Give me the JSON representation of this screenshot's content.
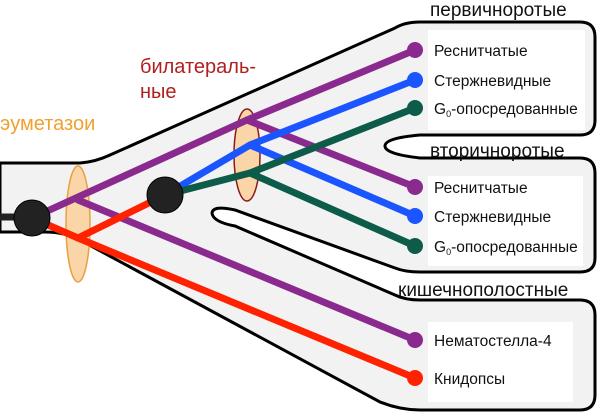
{
  "clades": {
    "eumetazoa": "эуметазои",
    "bilateria_line1": "билатераль-",
    "bilateria_line2": "ные"
  },
  "groups": {
    "protostomes": {
      "title": "первичноротые",
      "items": [
        "Реснитчатые",
        "Стержневидные"
      ],
      "g0": {
        "main": "G",
        "sub": "0",
        "rest": "-опосредованные"
      }
    },
    "deuterostomes": {
      "title": "вторичноротые",
      "items": [
        "Реснитчатые",
        "Стержневидные"
      ],
      "g0": {
        "main": "G",
        "sub": "0",
        "rest": "-опосредованные"
      }
    },
    "cnidaria": {
      "title": "кишечнополостные",
      "items": [
        "Нематостелла-4",
        "Книдопсы"
      ]
    }
  },
  "colors": {
    "ciliary": "#8a2a8e",
    "rhabdomeric": "#1a55ff",
    "go": "#0d5c4a",
    "cnidops": "#ff2200",
    "eumetazoa": "#f0a030",
    "bilateria": "#b02020"
  }
}
